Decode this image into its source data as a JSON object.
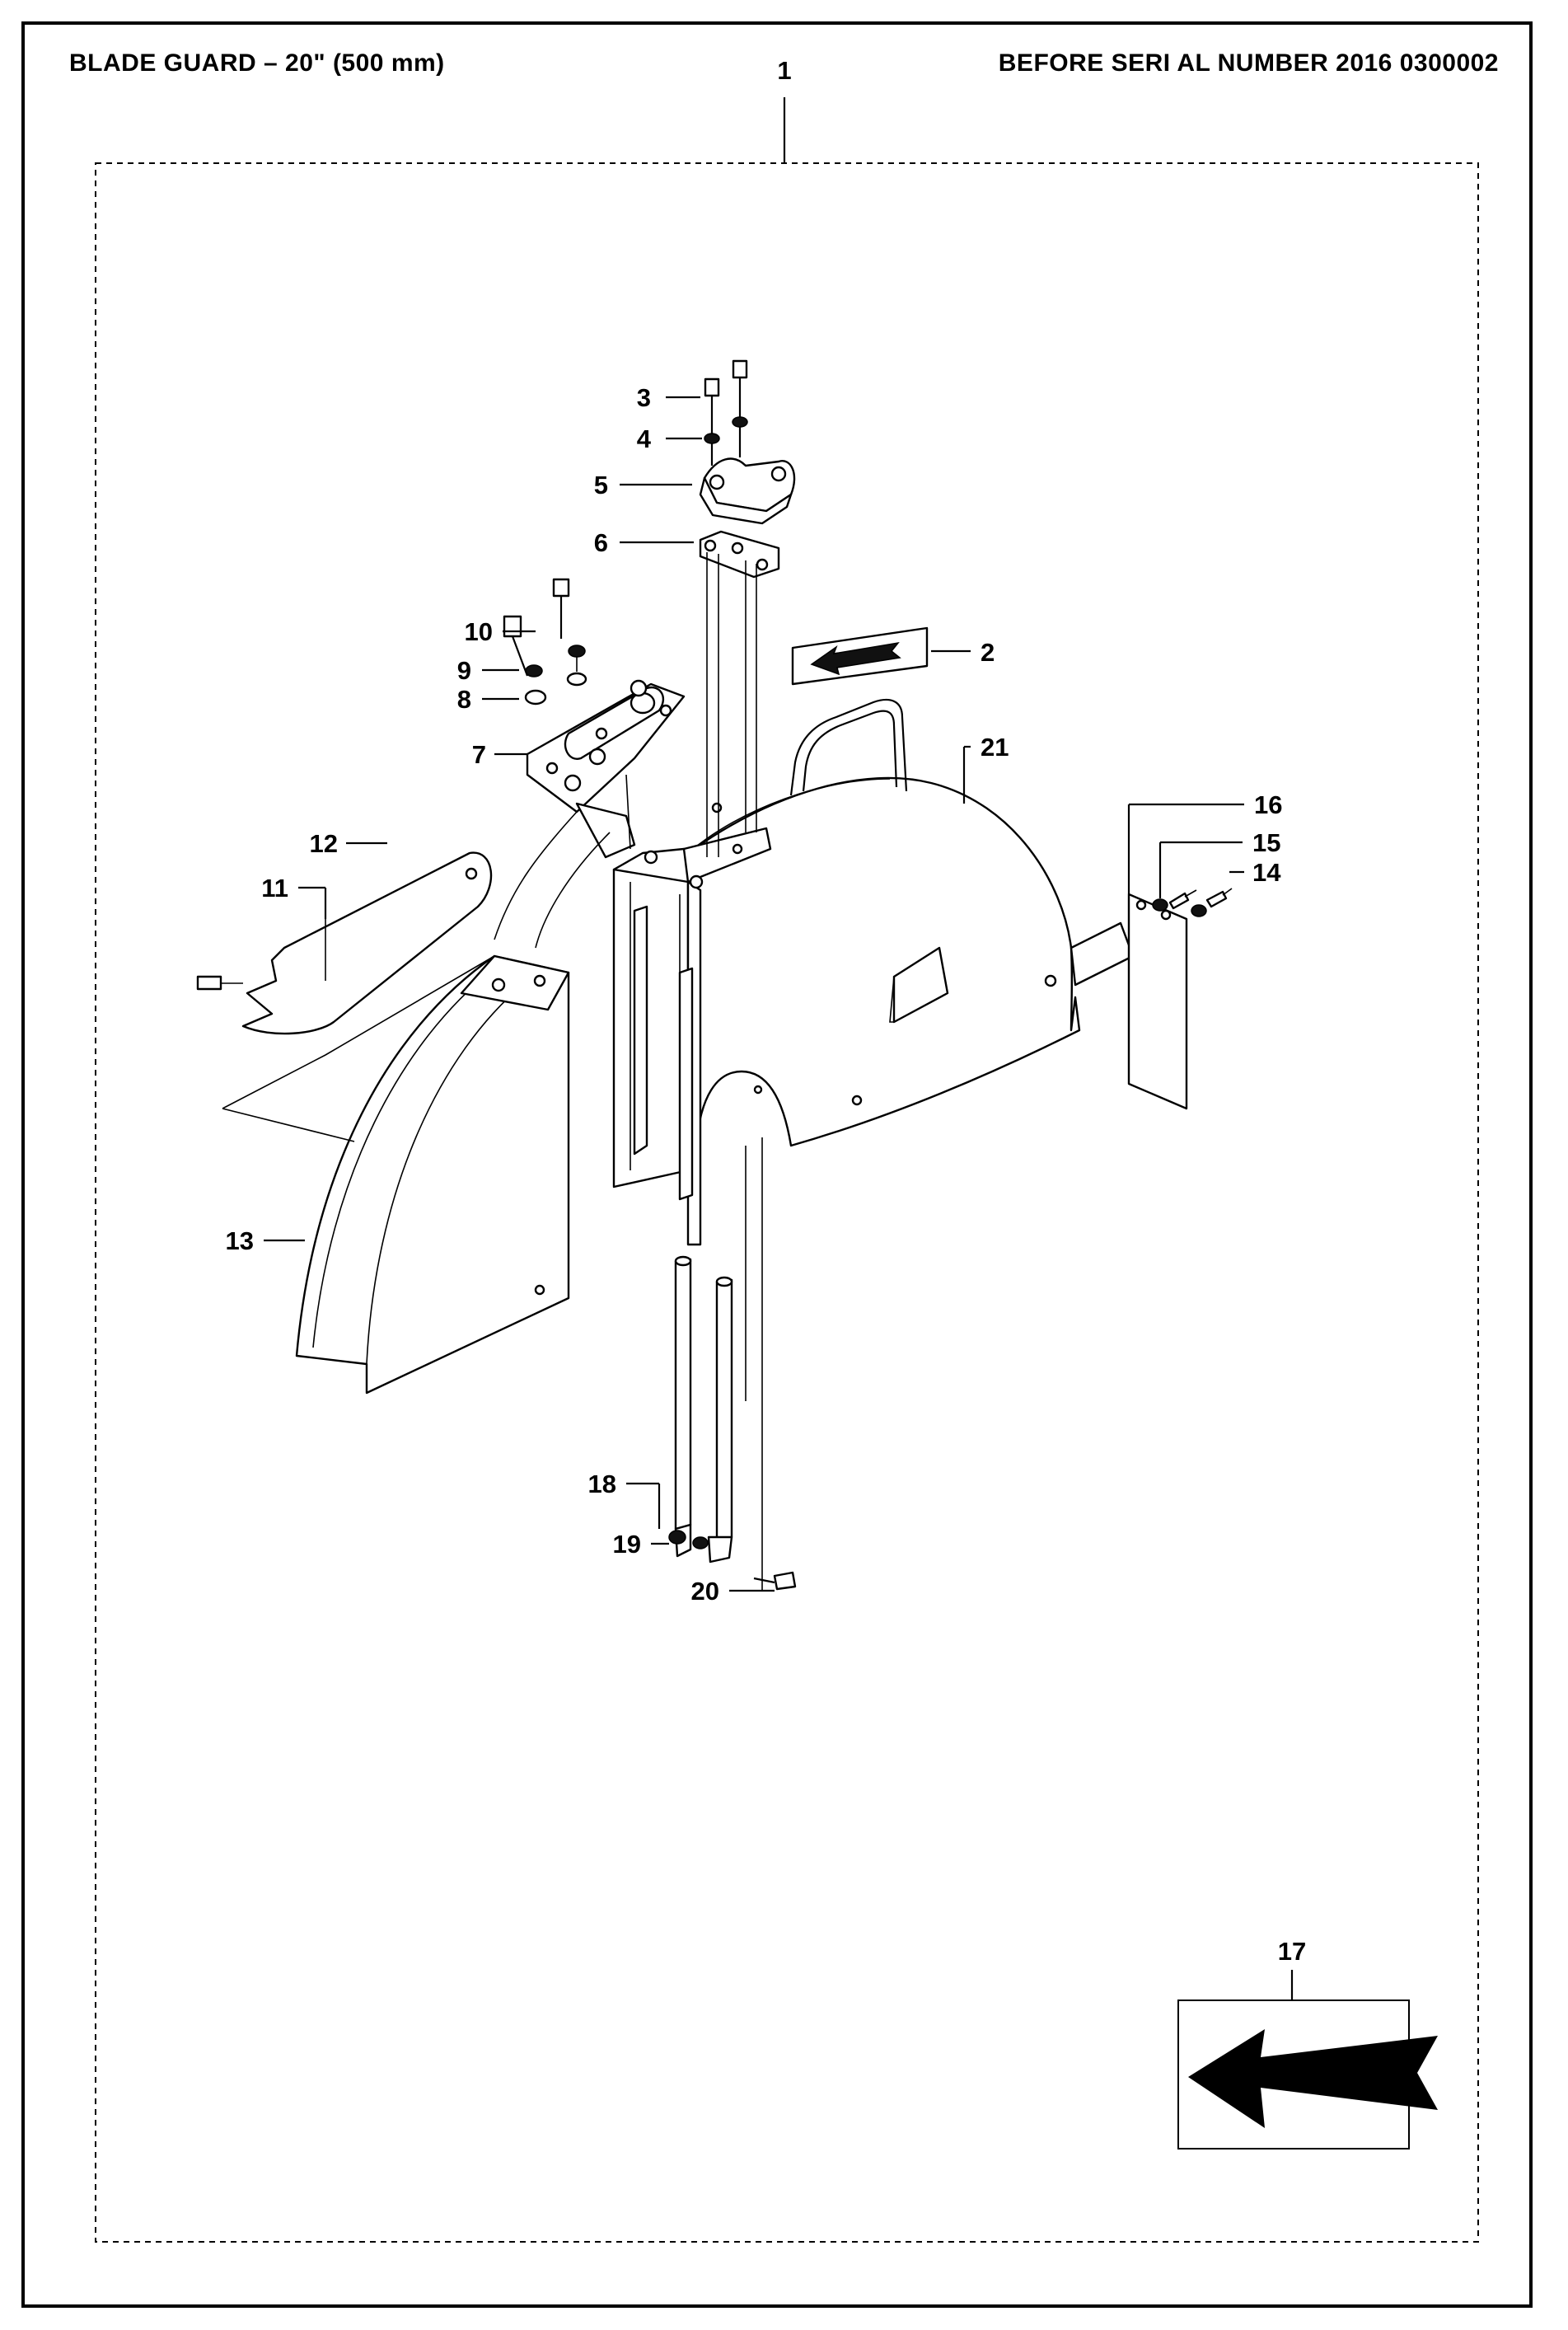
{
  "header": {
    "title": "BLADE GUARD – 20\" (500 mm)",
    "serial_note": "BEFORE SERI AL NUMBER 2016 0300002"
  },
  "callouts": {
    "c1": "1",
    "c2": "2",
    "c3": "3",
    "c4": "4",
    "c5": "5",
    "c6": "6",
    "c7": "7",
    "c8": "8",
    "c9": "9",
    "c10": "10",
    "c11": "11",
    "c12": "12",
    "c13": "13",
    "c14": "14",
    "c15": "15",
    "c16": "16",
    "c17": "17",
    "c18": "18",
    "c19": "19",
    "c20": "20",
    "c21": "21"
  }
}
